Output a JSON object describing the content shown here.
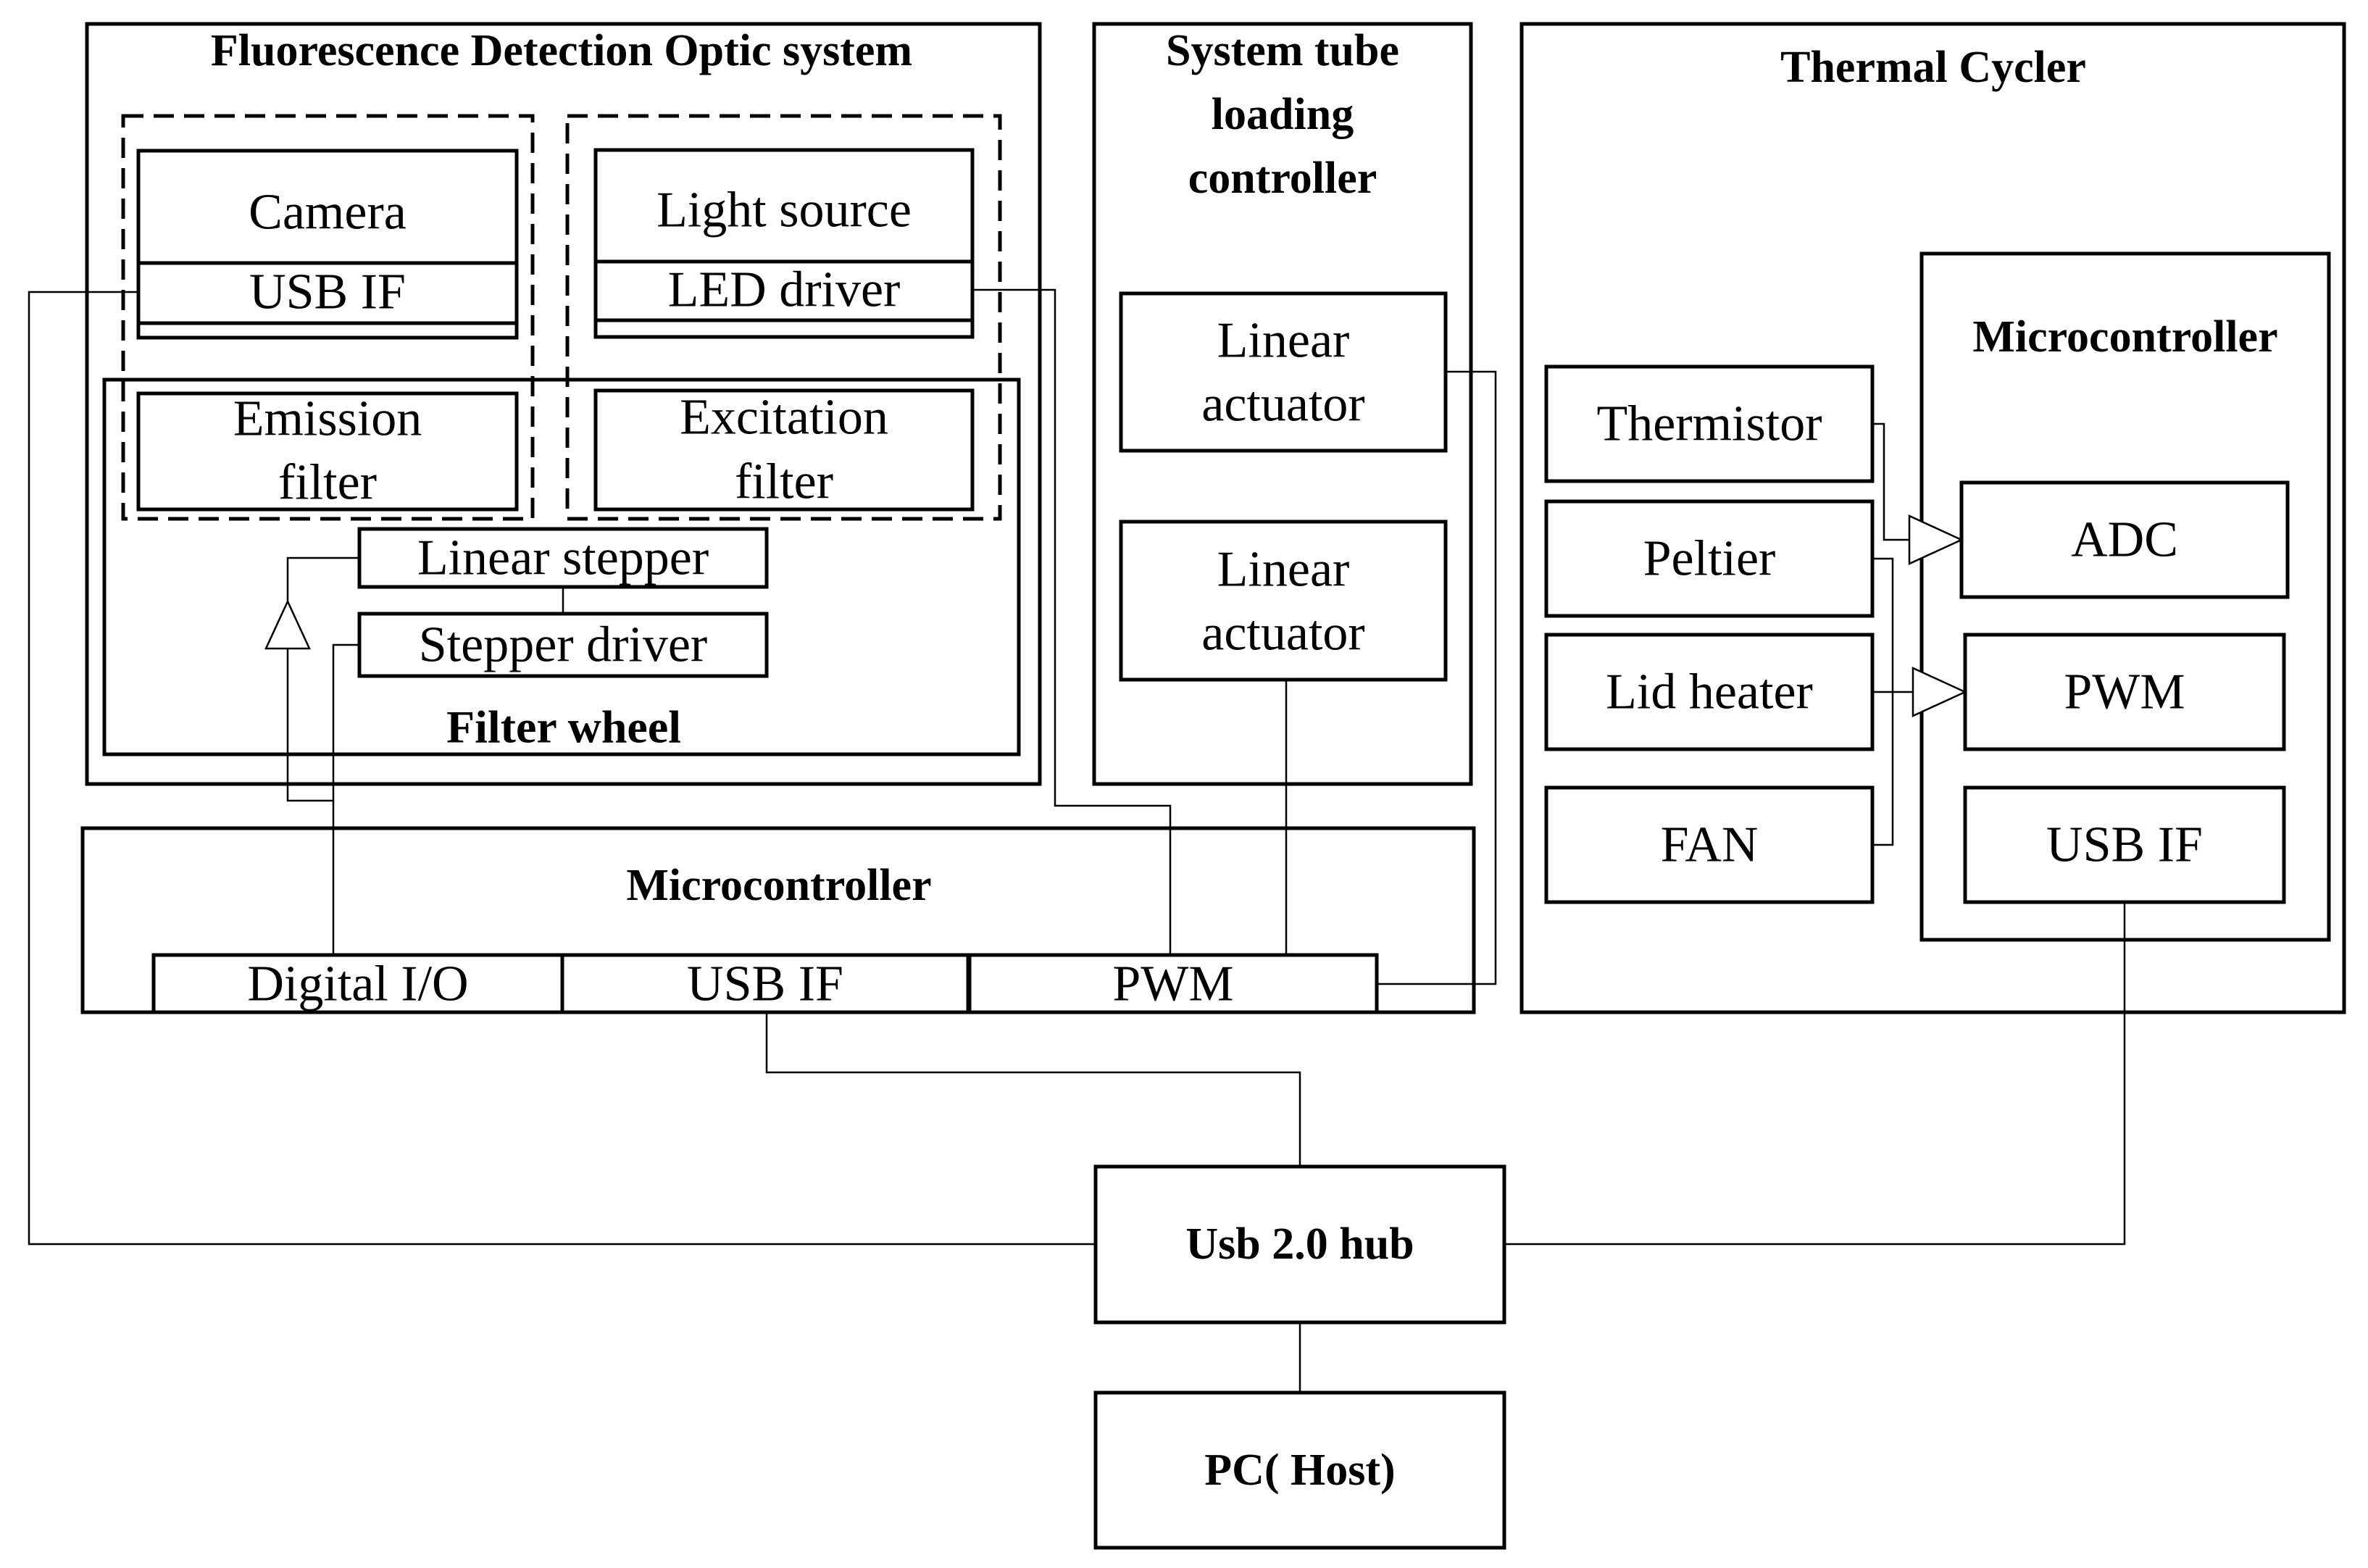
{
  "fluorescence": {
    "title": "Fluorescence Detection Optic system",
    "camera": "Camera",
    "camera_usb": "USB IF",
    "light_source": "Light source",
    "led_driver": "LED driver",
    "emission_filter": [
      "Emission",
      "filter"
    ],
    "excitation_filter": [
      "Excitation",
      "filter"
    ],
    "linear_stepper": "Linear stepper",
    "stepper_driver": "Stepper driver",
    "filter_wheel": "Filter wheel"
  },
  "tube_loader": {
    "title": [
      "System tube",
      "loading",
      "controller"
    ],
    "actuator_1": [
      "Linear",
      "actuator"
    ],
    "actuator_2": [
      "Linear",
      "actuator"
    ]
  },
  "main_mcu": {
    "title": "Microcontroller",
    "digital_io": "Digital I/O",
    "usb_if": "USB IF",
    "pwm": "PWM"
  },
  "thermal_cycler": {
    "title": "Thermal Cycler",
    "thermistor": "Thermistor",
    "peltier": "Peltier",
    "lid_heater": "Lid heater",
    "fan": "FAN",
    "mcu_title": "Microcontroller",
    "adc": "ADC",
    "pwm": "PWM",
    "usb_if": "USB IF"
  },
  "usb_hub": "Usb 2.0 hub",
  "pc_host": "PC( Host)"
}
